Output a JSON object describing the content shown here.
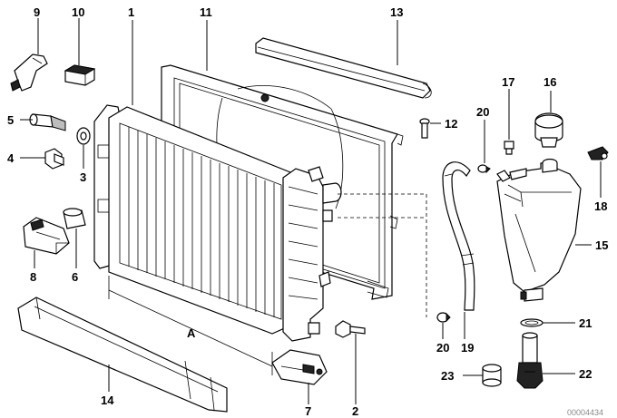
{
  "labels": {
    "l1": "1",
    "l2": "2",
    "l3": "3",
    "l4": "4",
    "l5": "5",
    "l6": "6",
    "l7": "7",
    "l8": "8",
    "l9": "9",
    "l10": "10",
    "l11": "11",
    "l12": "12",
    "l13": "13",
    "l14": "14",
    "l15": "15",
    "l16": "16",
    "l17": "17",
    "l18": "18",
    "l19": "19",
    "l20a": "20",
    "l20b": "20",
    "l21": "21",
    "l22": "22",
    "l23": "23",
    "dimA": "A"
  },
  "watermark": "00004434"
}
